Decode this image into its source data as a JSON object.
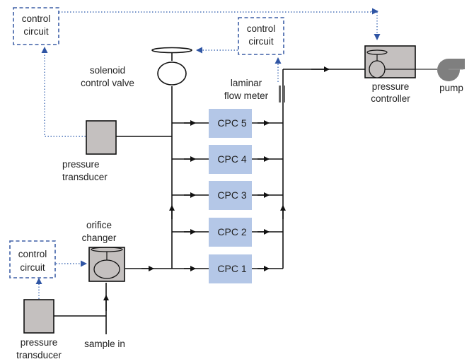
{
  "diagram": {
    "title": "",
    "control_circuits": [
      {
        "id": "cc-top-left",
        "lines": [
          "control",
          "circuit"
        ]
      },
      {
        "id": "cc-top-middle",
        "lines": [
          "control",
          "circuit"
        ]
      },
      {
        "id": "cc-bottom-left",
        "lines": [
          "control",
          "circuit"
        ]
      }
    ],
    "labels": {
      "solenoid_valve": [
        "solenoid",
        "control valve"
      ],
      "laminar_flow_meter": [
        "laminar",
        "flow meter"
      ],
      "pressure_controller": [
        "pressure",
        "controller"
      ],
      "pump": "pump",
      "pressure_transducer_upper": [
        "pressure",
        "transducer"
      ],
      "pressure_transducer_lower": [
        "pressure",
        "transducer"
      ],
      "orifice_changer": [
        "orifice",
        "changer"
      ],
      "sample_in": "sample in"
    },
    "cpcs": [
      "CPC 5",
      "CPC 4",
      "CPC 3",
      "CPC 2",
      "CPC 1"
    ],
    "colors": {
      "cpc_fill": "#b4c7e7",
      "device_fill": "#c4c0bf",
      "signal_line": "#4a72b8",
      "control_box_border": "#3d5fa6",
      "pump_fill": "#7f7f7f"
    }
  }
}
